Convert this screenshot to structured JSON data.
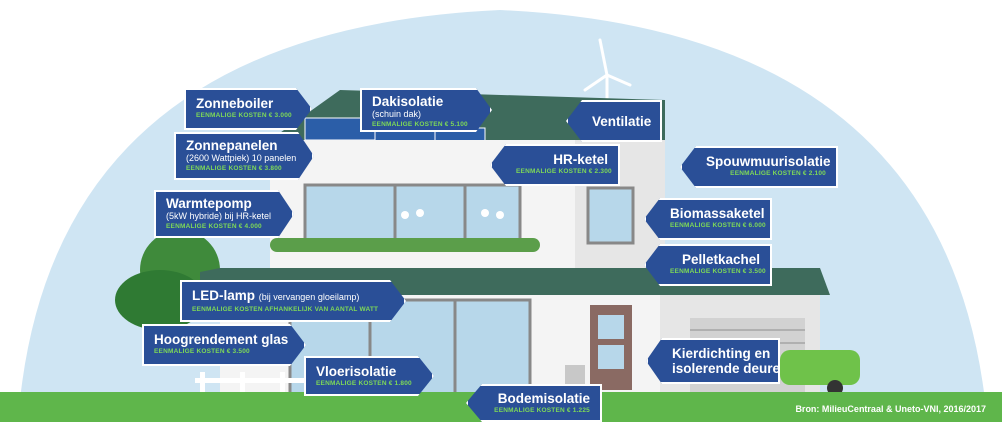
{
  "labels": {
    "zonneboiler": {
      "title": "Zonneboiler",
      "cost": "EENMALIGE KOSTEN € 3.000"
    },
    "dakisolatie": {
      "title": "Dakisolatie",
      "sub": "(schuin dak)",
      "cost": "EENMALIGE KOSTEN € 5.100"
    },
    "ventilatie": {
      "title": "Ventilatie"
    },
    "zonnepanelen": {
      "title": "Zonnepanelen",
      "sub": "(2600 Wattpiek) 10 panelen",
      "cost": "EENMALIGE KOSTEN € 3.800"
    },
    "hr_ketel": {
      "title": "HR-ketel",
      "cost": "EENMALIGE KOSTEN € 2.300"
    },
    "spouwmuurisolatie": {
      "title": "Spouwmuurisolatie",
      "cost": "EENMALIGE KOSTEN € 2.100"
    },
    "warmtepomp": {
      "title": "Warmtepomp",
      "sub": "(5kW hybride) bij HR-ketel",
      "cost": "EENMALIGE KOSTEN € 4.000"
    },
    "biomassaketel": {
      "title": "Biomassaketel",
      "cost": "EENMALIGE KOSTEN € 6.000"
    },
    "pelletkachel": {
      "title": "Pelletkachel",
      "cost": "EENMALIGE KOSTEN € 3.500"
    },
    "led_lamp": {
      "title": "LED-lamp",
      "sub": "(bij vervangen gloeilamp)",
      "cost": "EENMALIGE KOSTEN AFHANKELIJK VAN AANTAL WATT"
    },
    "hoogrendement": {
      "title": "Hoogrendement glas",
      "cost": "EENMALIGE KOSTEN € 3.500"
    },
    "kierdichting": {
      "title_line1": "Kierdichting en",
      "title_line2": "isolerende deuren"
    },
    "vloerisolatie": {
      "title": "Vloerisolatie",
      "cost": "EENMALIGE KOSTEN € 1.800"
    },
    "bodemisolatie": {
      "title": "Bodemisolatie",
      "cost": "EENMALIGE KOSTEN € 1.225"
    }
  },
  "source": "Bron: MilieuCentraal & Uneto-VNI, 2016/2017",
  "colors": {
    "tag": "#2a4f97",
    "cost": "#7ed957",
    "sky": "#cde4f2",
    "grass": "#5fb64b",
    "roof": "#3e6b5c",
    "wall": "#f3f3f3"
  }
}
